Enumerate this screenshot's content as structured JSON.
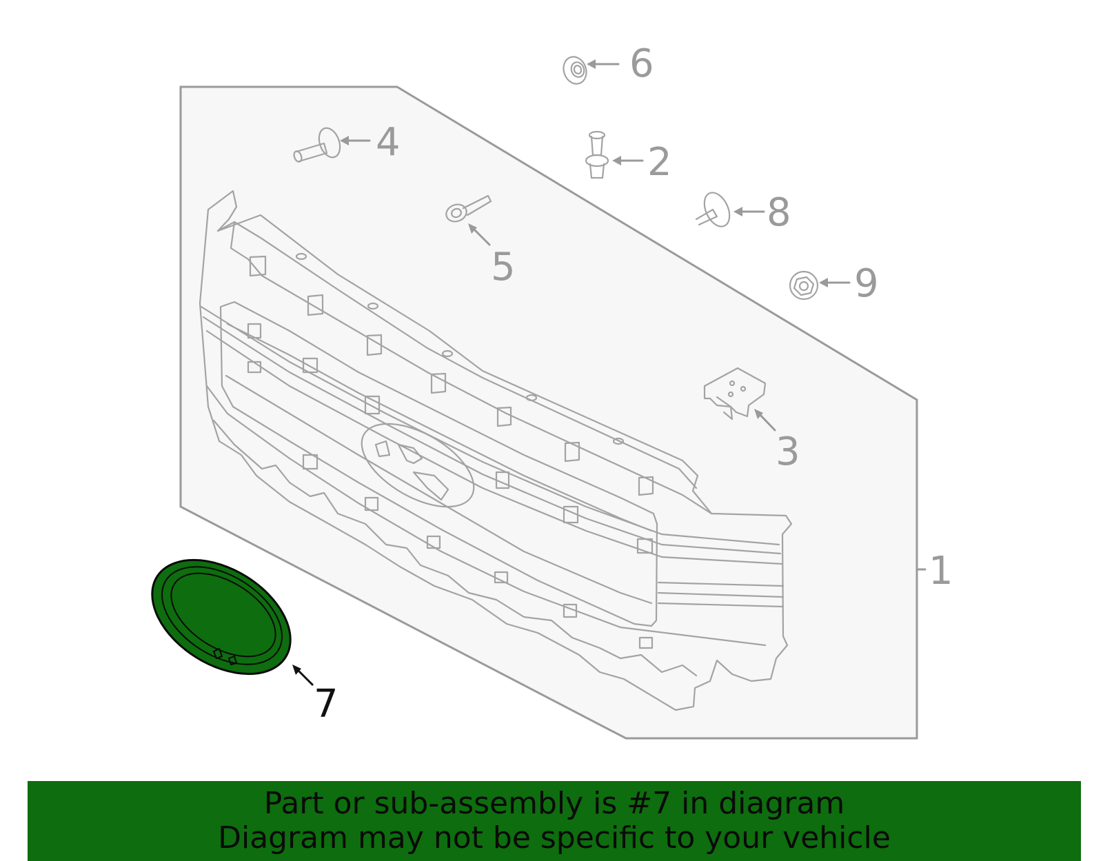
{
  "callouts": [
    {
      "id": "1",
      "label": "1",
      "highlighted": false
    },
    {
      "id": "2",
      "label": "2",
      "highlighted": false
    },
    {
      "id": "3",
      "label": "3",
      "highlighted": false
    },
    {
      "id": "4",
      "label": "4",
      "highlighted": false
    },
    {
      "id": "5",
      "label": "5",
      "highlighted": false
    },
    {
      "id": "6",
      "label": "6",
      "highlighted": false
    },
    {
      "id": "7",
      "label": "7",
      "highlighted": true
    },
    {
      "id": "8",
      "label": "8",
      "highlighted": false
    },
    {
      "id": "9",
      "label": "9",
      "highlighted": false
    }
  ],
  "banner": {
    "line1": "Part or sub-assembly is #7 in diagram",
    "line2": "Diagram may not be specific to your vehicle"
  },
  "colors": {
    "highlight_fill": "#0e6d0e",
    "banner_bg": "#0e6d0e",
    "line": "#9a9a9a",
    "panel_fill": "#f7f7f7"
  }
}
